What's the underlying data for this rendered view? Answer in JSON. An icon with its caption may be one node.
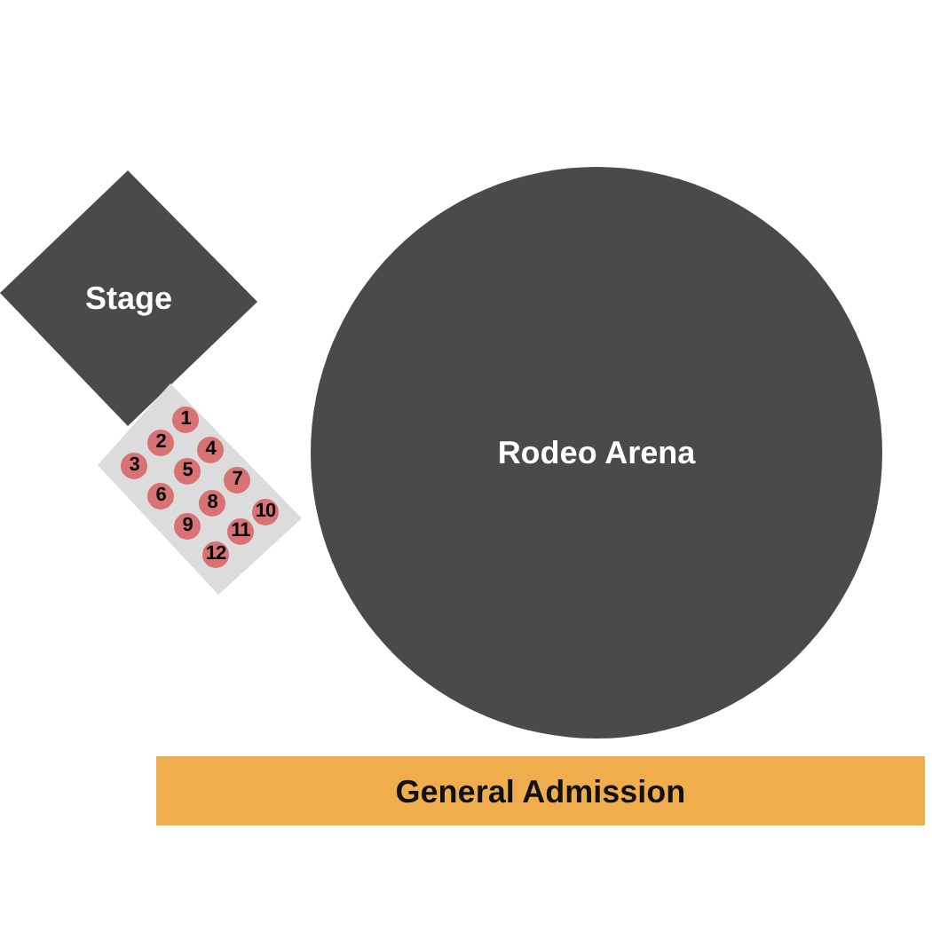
{
  "diagram": {
    "nodes": [
      {
        "text": [
          "Stage"
        ]
      },
      {
        "text": [],
        "shape": "box"
      },
      {
        "text": [
          "1"
        ],
        "in": 1
      },
      {
        "text": [
          "2"
        ],
        "in": 1
      },
      {
        "text": [
          "3"
        ],
        "in": 1
      },
      {
        "text": [
          "4"
        ],
        "in": 1
      },
      {
        "text": [
          "5"
        ],
        "in": 1
      },
      {
        "text": [
          "6"
        ],
        "in": 1
      },
      {
        "text": [
          "7"
        ],
        "in": 1
      },
      {
        "text": [
          "8"
        ],
        "in": 1
      },
      {
        "text": [
          "9"
        ],
        "in": 1
      },
      {
        "text": [
          "10"
        ],
        "in": 1
      },
      {
        "text": [
          "11"
        ],
        "in": 1
      },
      {
        "text": [
          "12"
        ],
        "in": 1
      },
      {
        "text": [
          "Rodeo Arena"
        ]
      },
      {
        "text": [
          "General Admission"
        ]
      }
    ]
  }
}
